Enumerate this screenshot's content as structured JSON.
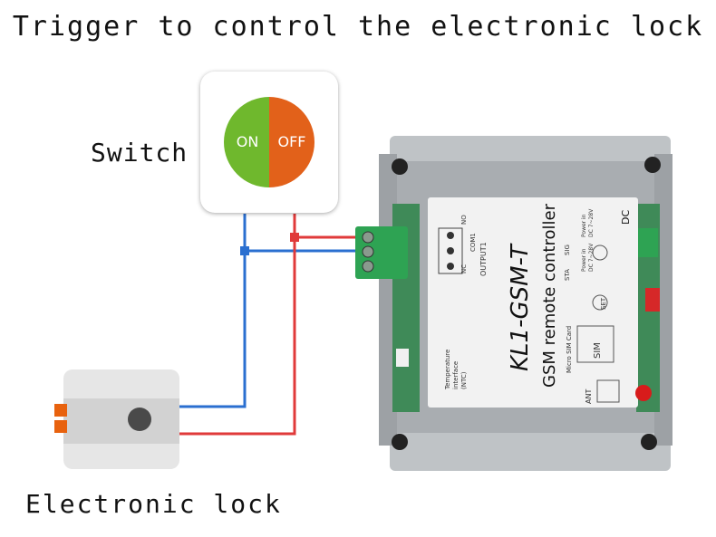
{
  "title": "Trigger to control the electronic lock",
  "switch": {
    "label": "Switch",
    "on_text": "ON",
    "off_text": "OFF",
    "on_color": "#6fb82d",
    "off_color": "#e2611a"
  },
  "lock": {
    "label": "Electronic lock",
    "body_color": "#dcdcdc",
    "tab_color": "#e8620e"
  },
  "wires": {
    "blue": "#2a6fd0",
    "red": "#e03a3a"
  },
  "controller": {
    "model": "KL1-GSM-T",
    "subtitle": "GSM remote controller",
    "output_label": "OUTPUT1",
    "nc": "NC",
    "com": "COM1",
    "no": "NO",
    "sig": "SIG",
    "sta": "STA",
    "set": "SET",
    "sim": "SIM",
    "micro_sim": "Micro SIM Card",
    "ant": "ANT",
    "dc": "DC",
    "power_in_1": "Power in",
    "power_in_2": "Power in",
    "voltage_1": "DC 7~28V",
    "voltage_2": "DC 7~28V",
    "temp_1": "Temperature",
    "temp_2": "interface",
    "temp_3": "(NTC)"
  }
}
